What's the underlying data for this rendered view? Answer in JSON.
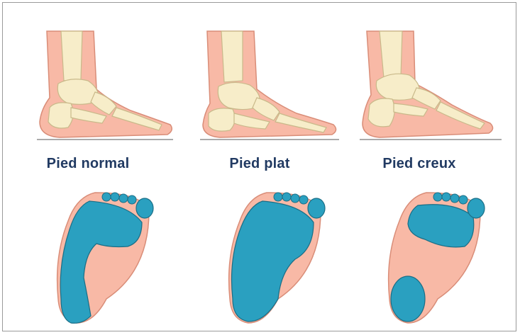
{
  "feet": [
    {
      "label": "Pied normal",
      "type": "normal"
    },
    {
      "label": "Pied plat",
      "type": "flat"
    },
    {
      "label": "Pied creux",
      "type": "hollow"
    }
  ],
  "colors": {
    "skin": "#f8b9a6",
    "skin_outline": "#d98d78",
    "bone": "#f7edc9",
    "bone_outline": "#c9b98a",
    "pressure": "#2aa0c0",
    "pressure_outline": "#1a6e86",
    "label": "#213a62",
    "ground_line": "#8f8f8f"
  }
}
